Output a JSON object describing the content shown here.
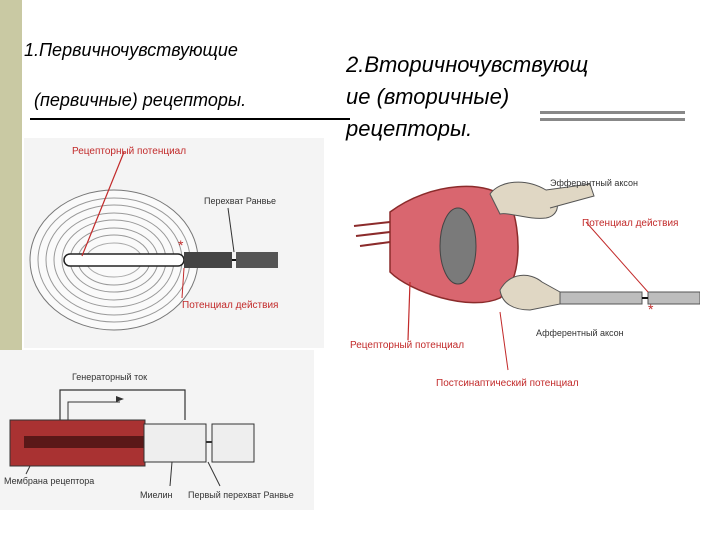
{
  "headings": {
    "primary_line1": "1.Первичночувствующие",
    "primary_line2": "(первичные) рецепторы.",
    "secondary_line1": "2.Вторичночувствующ",
    "secondary_line2": "ие (вторичные)",
    "secondary_line3": "рецепторы."
  },
  "figure_primary": {
    "receptor_potential": "Рецепторный потенциал",
    "node_of_ranvier": "Перехват Ранвье",
    "action_potential": "Потенциал действия"
  },
  "figure_generator": {
    "generator_current": "Генераторный ток",
    "receptor_membrane": "Мембрана рецептора",
    "myelin": "Миелин",
    "first_node": "Первый перехват Ранвье"
  },
  "figure_secondary": {
    "efferent_axon": "Эфферентный аксон",
    "action_potential": "Потенциал действия",
    "afferent_axon": "Афферентный аксон",
    "receptor_potential": "Рецепторный потенциал",
    "postsynaptic_potential": "Постсинаптический потенциал"
  },
  "colors": {
    "sidebar": "#c9c9a3",
    "cell_fill": "#d9666f",
    "label_red": "#c22a2a"
  }
}
